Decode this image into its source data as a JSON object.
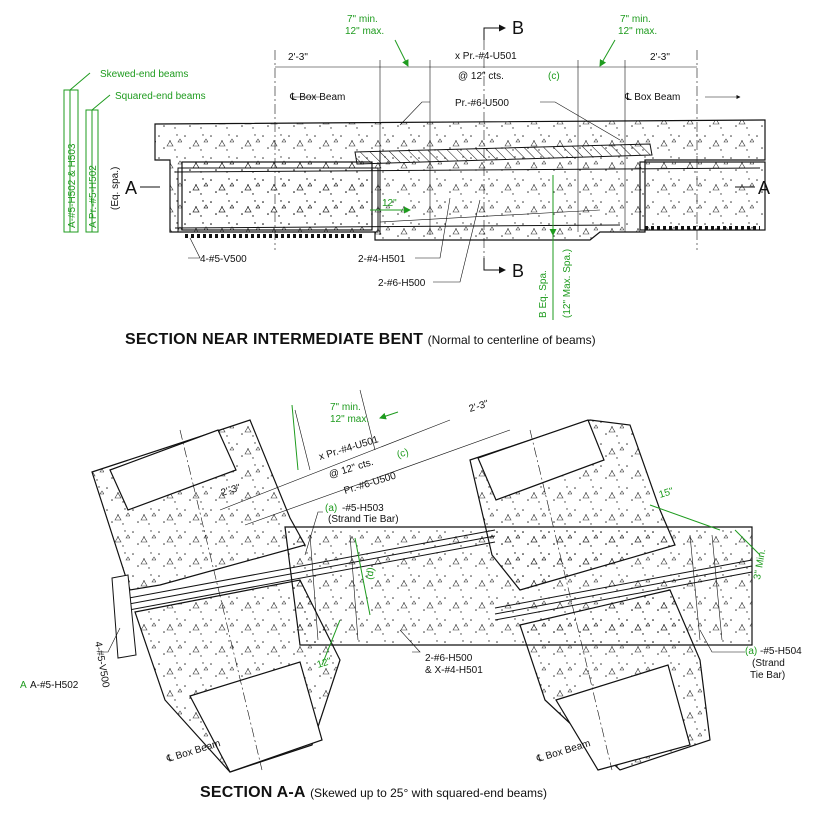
{
  "top_section": {
    "title": "SECTION NEAR INTERMEDIATE BENT",
    "subtitle": "(Normal to centerline of beams)",
    "labels": {
      "dim_left": "2'-3\"",
      "dim_right": "2'-3\"",
      "min_max_left_1": "7\" min.",
      "min_max_left_2": "12\" max.",
      "min_max_right_1": "7\" min.",
      "min_max_right_2": "12\" max.",
      "u501": "x Pr.-#4-U501",
      "spacing": "@ 12\" cts.",
      "spacing_note": "(c)",
      "box_beam_left": "℄ Box Beam",
      "box_beam_right": "℄ Box Beam",
      "u500": "Pr.-#6-U500",
      "skewed": "Skewed-end beams",
      "squared": "Squared-end beams",
      "h502_h503": "A-#5-H502 & H503",
      "pr_h502": "A Pr.-#5-H502",
      "eq_spa": "(Eq. spa.)",
      "twelve": "12\"",
      "v500": "4-#5-V500",
      "h501": "2-#4-H501",
      "h500": "2-#6-H500",
      "b_eq_spa": "B Eq. Spa.",
      "max_spa": "(12\" Max. Spa.)",
      "cut_a_left": "A",
      "cut_a_right": "A",
      "cut_b_top": "B",
      "cut_b_bottom": "B"
    }
  },
  "bottom_section": {
    "title": "SECTION A-A",
    "subtitle": "(Skewed up to 25° with squared-end beams)",
    "labels": {
      "min_1": "7\" min.",
      "min_2": "12\" max.",
      "dim_top": "2'-3\"",
      "dim_left": "2'-3\"",
      "u501": "x Pr.-#4-U501",
      "spacing": "@ 12\" cts.",
      "spacing_note": "(c)",
      "u500": "Pr.-#6-U500",
      "h503_a": "(a)",
      "h503": "-#5-H503",
      "h503_sub": "(Strand Tie Bar)",
      "d_note": "(d)",
      "fifteen": "15\"",
      "three_min": "3\" Min.",
      "v500": "4-#5-V500",
      "h502": "A-#5-H502",
      "twelve": "12\"",
      "h500_h501_1": "2-#6-H500",
      "h500_h501_2": "& X-#4-H501",
      "h504_a": "(a)",
      "h504": "-#5-H504",
      "h504_sub_1": "(Strand",
      "h504_sub_2": "Tie Bar)",
      "box_beam_left": "℄ Box Beam",
      "box_beam_right": "℄ Box Beam"
    }
  }
}
